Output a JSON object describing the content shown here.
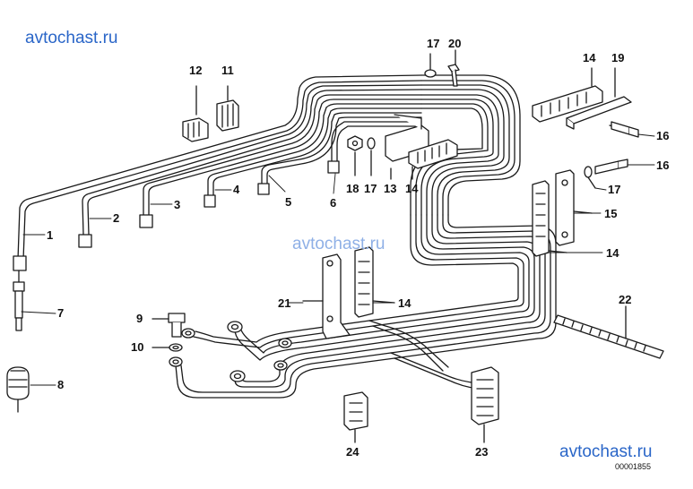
{
  "watermarks": {
    "top_left": "avtochast.ru",
    "center": "avtochast.ru",
    "bottom_right": "avtochast.ru"
  },
  "drawing_code": "00001855",
  "callouts": {
    "c1": "1",
    "c2": "2",
    "c3": "3",
    "c4": "4",
    "c5": "5",
    "c6": "6",
    "c7": "7",
    "c8": "8",
    "c9": "9",
    "c10": "10",
    "c11": "11",
    "c12": "12",
    "c13": "13",
    "c14a": "14",
    "c14b": "14",
    "c14c": "14",
    "c14d": "14",
    "c15": "15",
    "c16a": "16",
    "c16b": "16",
    "c17a": "17",
    "c17b": "17",
    "c17c": "17",
    "c18": "18",
    "c19": "19",
    "c20": "20",
    "c21": "21",
    "c22": "22",
    "c23": "23",
    "c24": "24"
  },
  "colors": {
    "line": "#1a1a1a",
    "watermark": "#2a66c8"
  }
}
